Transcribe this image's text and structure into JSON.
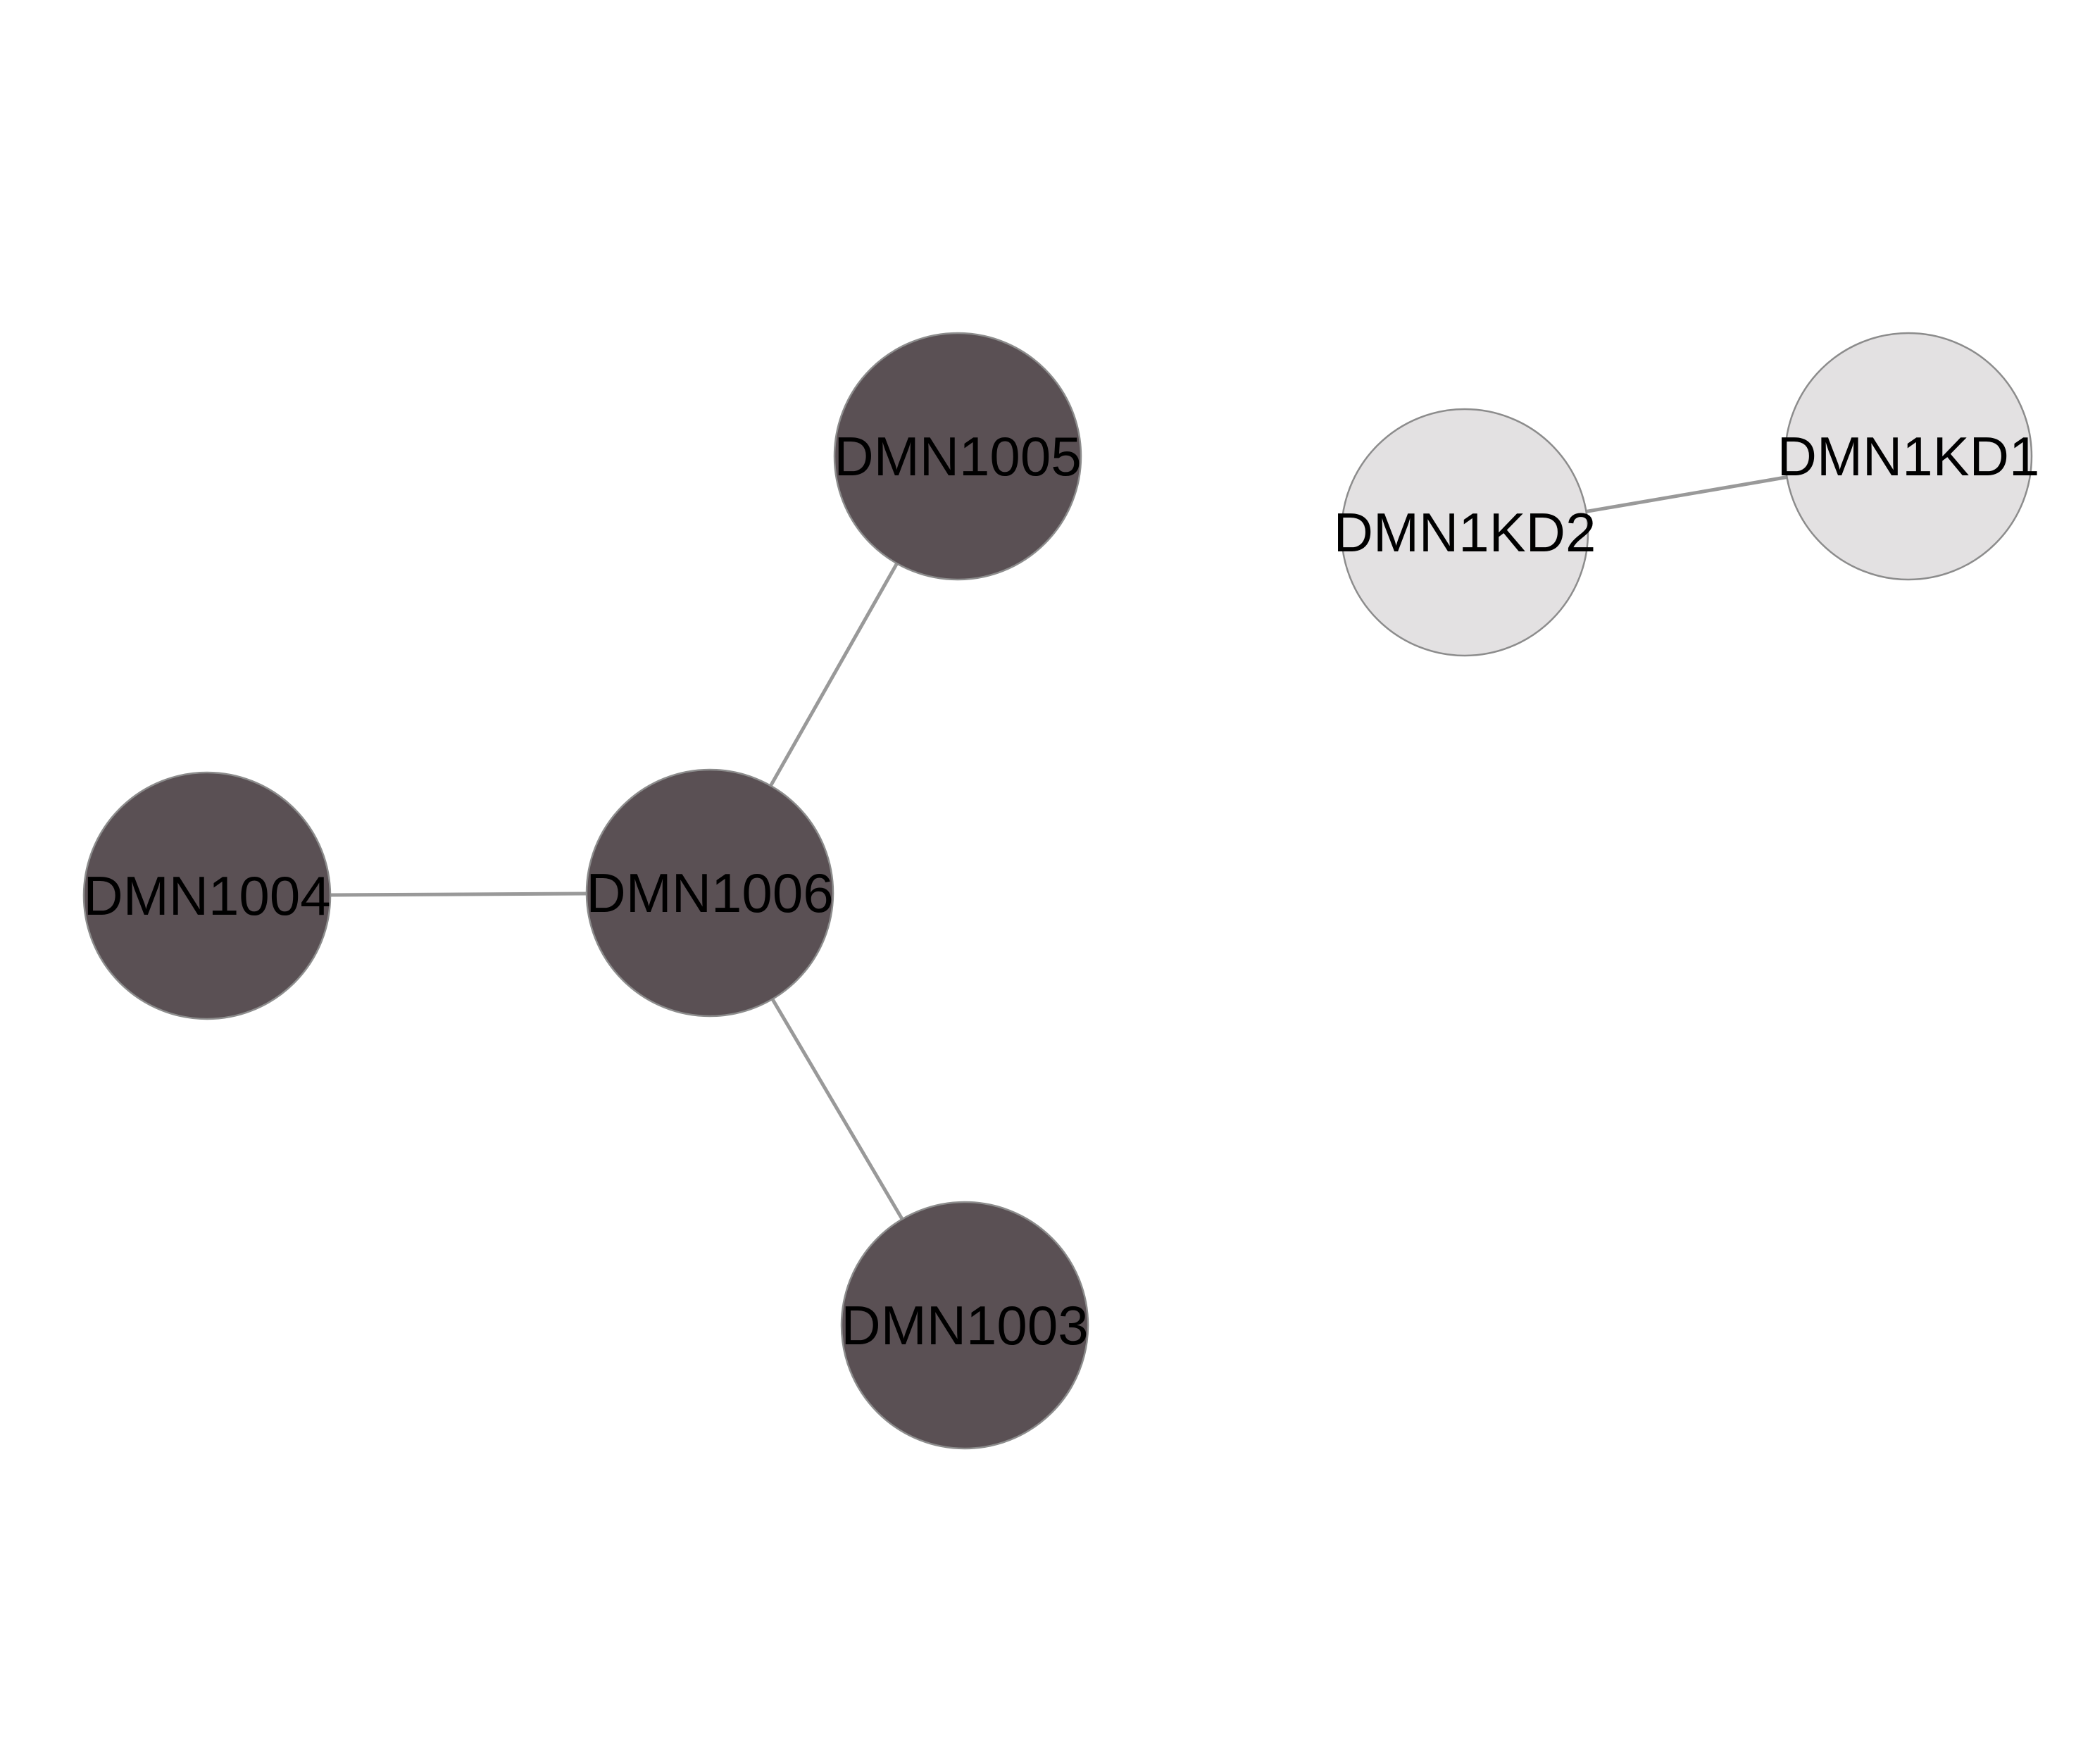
{
  "colors": {
    "background": "#ffffff",
    "edge": "#999999",
    "node_stroke": "#8c8c8c",
    "group_a_fill": "#5a5054",
    "group_b_fill": "#e3e1e2",
    "label": "#000000"
  },
  "nodes": [
    {
      "id": "n1005",
      "label": "DMN1005",
      "group": "a"
    },
    {
      "id": "n1006",
      "label": "DMN1006",
      "group": "a"
    },
    {
      "id": "n1004",
      "label": "DMN1004",
      "group": "a"
    },
    {
      "id": "n1003",
      "label": "DMN1003",
      "group": "a"
    },
    {
      "id": "nkd2",
      "label": "DMN1KD2",
      "group": "b"
    },
    {
      "id": "nkd1",
      "label": "DMN1KD1",
      "group": "b"
    }
  ],
  "edges": [
    {
      "source": "n1006",
      "target": "n1005"
    },
    {
      "source": "n1006",
      "target": "n1004"
    },
    {
      "source": "n1006",
      "target": "n1003"
    },
    {
      "source": "nkd2",
      "target": "nkd1"
    }
  ]
}
